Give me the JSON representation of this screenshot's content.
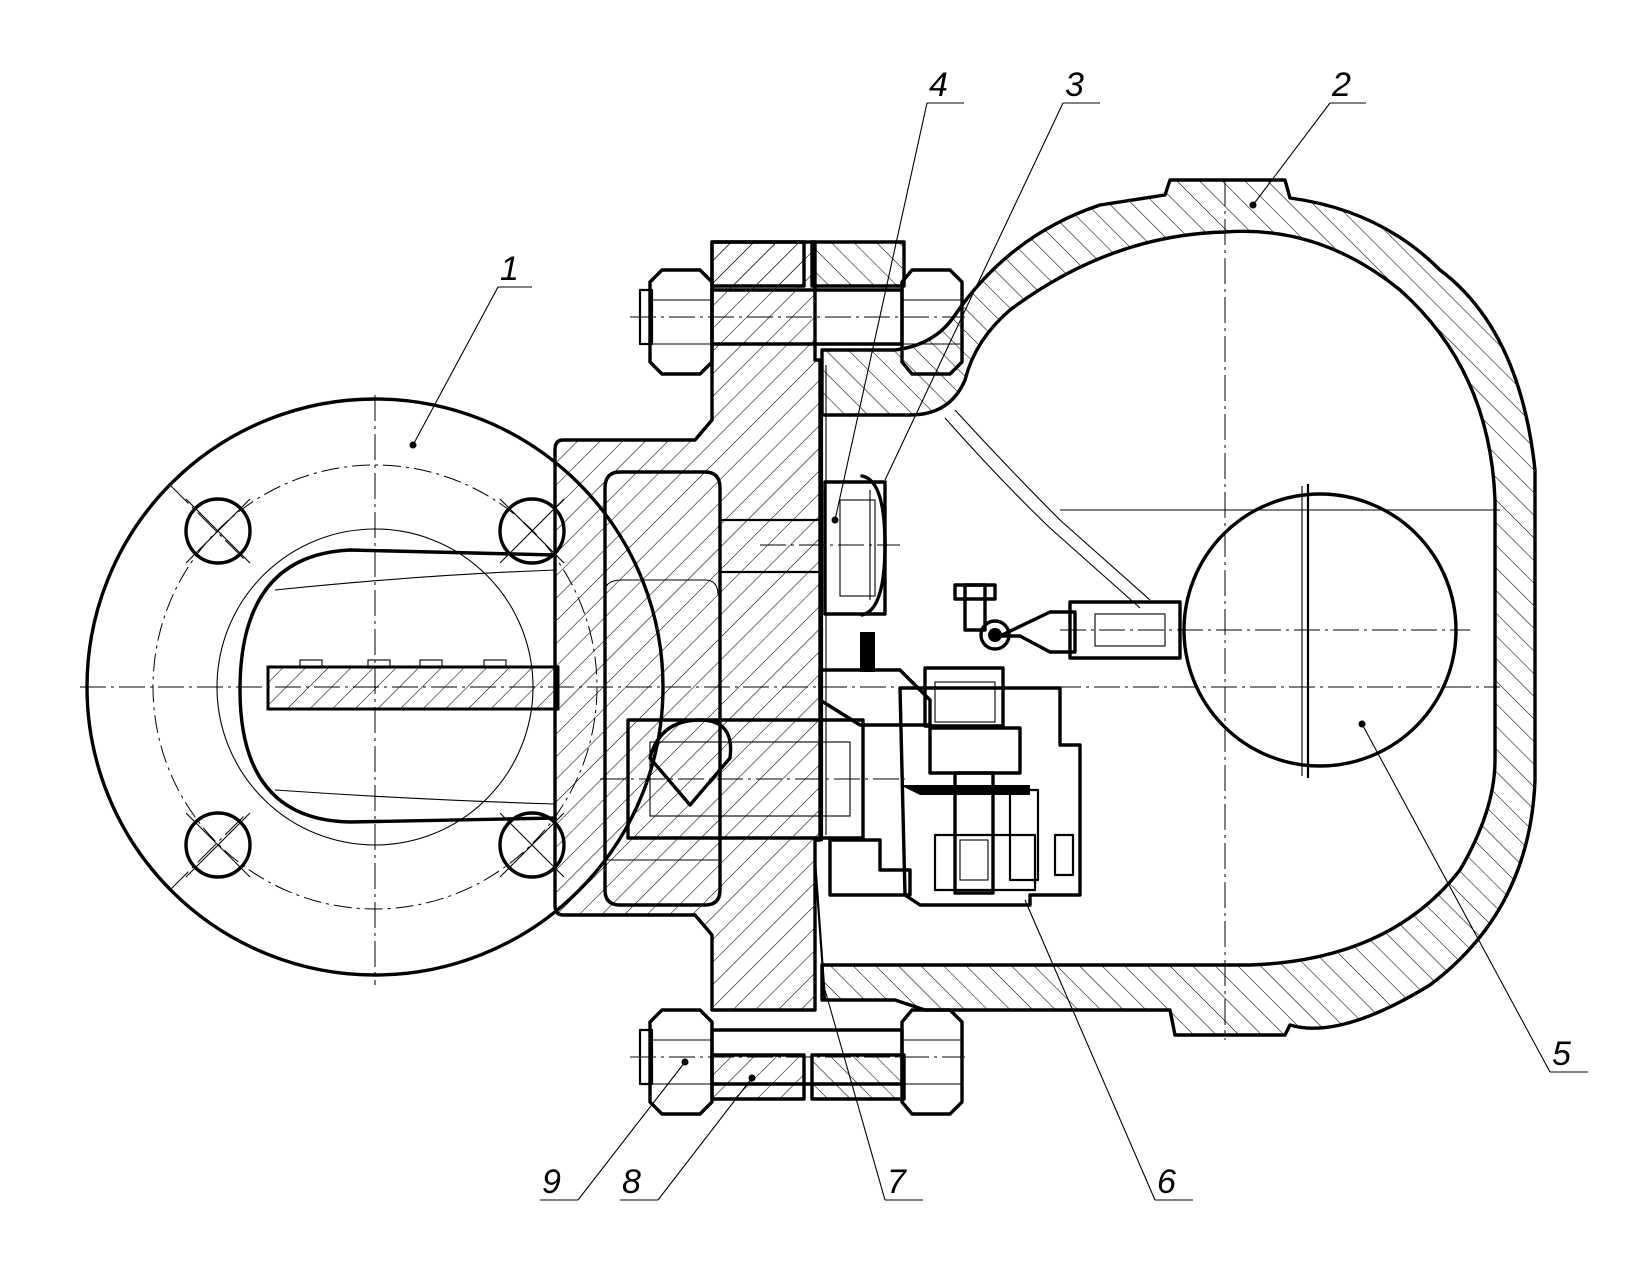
{
  "drawing": {
    "hatch_color": "#000000",
    "line_color": "#000000",
    "background": "#ffffff"
  },
  "callouts": [
    {
      "id": "1",
      "label": "1"
    },
    {
      "id": "2",
      "label": "2"
    },
    {
      "id": "3",
      "label": "3"
    },
    {
      "id": "4",
      "label": "4"
    },
    {
      "id": "5",
      "label": "5"
    },
    {
      "id": "6",
      "label": "6"
    },
    {
      "id": "7",
      "label": "7"
    },
    {
      "id": "8",
      "label": "8"
    },
    {
      "id": "9",
      "label": "9"
    }
  ]
}
